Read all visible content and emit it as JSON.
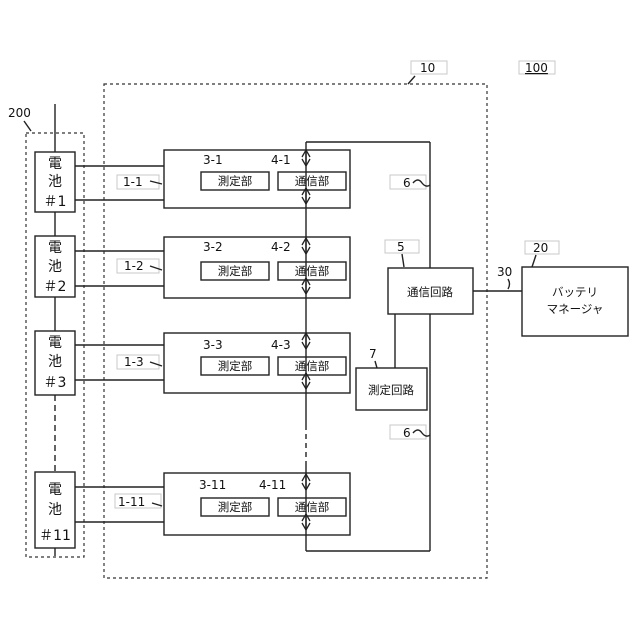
{
  "labels": {
    "system_ref": "100",
    "battery_unit_ref": "10",
    "pack_ref": "200",
    "manager_ref": "20",
    "link_ref": "30",
    "comm_circuit_ref": "5",
    "meas_circuit_ref": "7",
    "bus_ref_top": "6",
    "bus_ref_bottom": "6"
  },
  "cells": [
    {
      "top": "電",
      "mid": "池",
      "num": "＃1"
    },
    {
      "top": "電",
      "mid": "池",
      "num": "＃2"
    },
    {
      "top": "電",
      "mid": "池",
      "num": "＃3"
    },
    {
      "top": "電",
      "mid": "池",
      "num": "＃11"
    }
  ],
  "monitors": [
    {
      "id": "1-1",
      "meas_ref": "3-1",
      "comm_ref": "4-1",
      "meas_label": "測定部",
      "comm_label": "通信部"
    },
    {
      "id": "1-2",
      "meas_ref": "3-2",
      "comm_ref": "4-2",
      "meas_label": "測定部",
      "comm_label": "通信部"
    },
    {
      "id": "1-3",
      "meas_ref": "3-3",
      "comm_ref": "4-3",
      "meas_label": "測定部",
      "comm_label": "通信部"
    },
    {
      "id": "1-11",
      "meas_ref": "3-11",
      "comm_ref": "4-11",
      "meas_label": "測定部",
      "comm_label": "通信部"
    }
  ],
  "comm_circuit": {
    "label": "通信回路"
  },
  "meas_circuit": {
    "label": "測定回路"
  },
  "battery_manager": {
    "line1": "バッテリ",
    "line2": "マネージャ"
  }
}
